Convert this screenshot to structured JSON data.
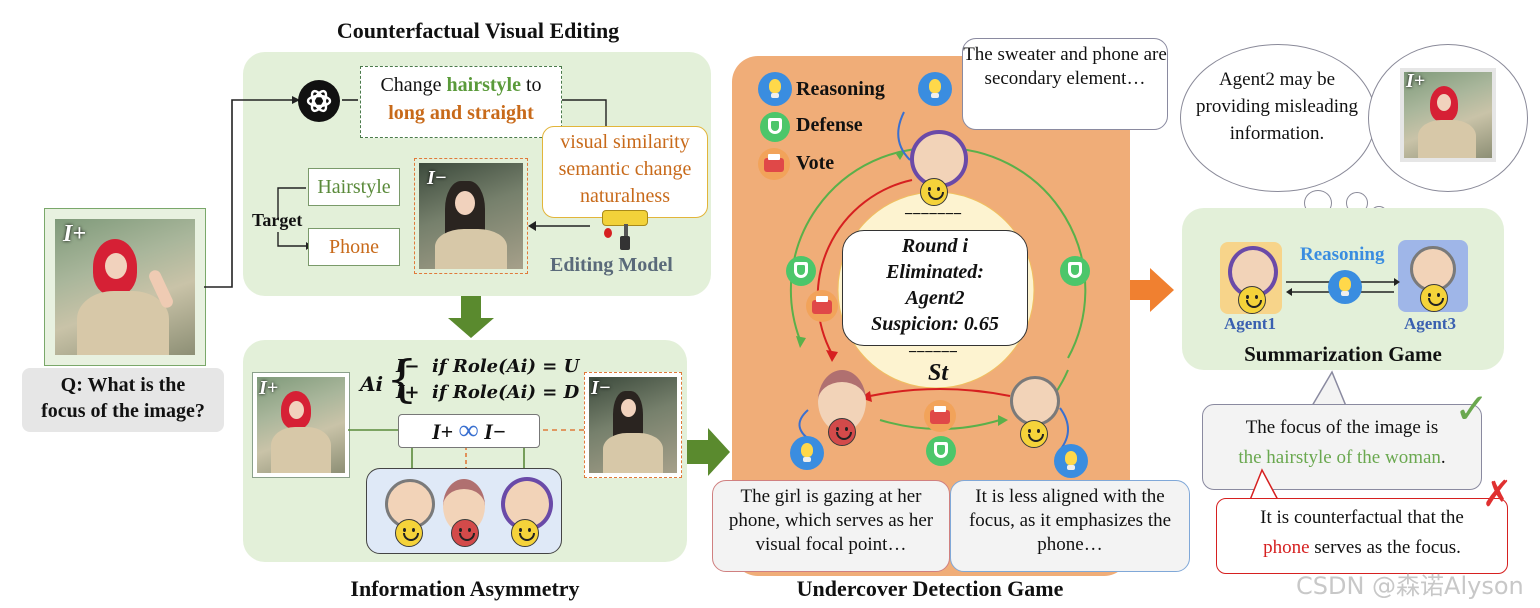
{
  "question": {
    "image_label": "I+",
    "text_line1": "Q: What is the",
    "text_line2": "focus of the image?"
  },
  "counterfactual": {
    "title": "Counterfactual Visual Editing",
    "instruction_prefix": "Change ",
    "instruction_highlight": "hairstyle",
    "instruction_suffix": " to",
    "instruction_line2": "long and straight",
    "criteria": [
      "visual similarity",
      "semantic change",
      "naturalness"
    ],
    "targets_label": "Target",
    "targets": [
      "Hairstyle",
      "Phone"
    ],
    "edited_image_label": "I−",
    "editing_model_label": "Editing Model"
  },
  "asymmetry": {
    "title": "Information Asymmetry",
    "left_image_label": "I+",
    "right_image_label": "I−",
    "formula_var": "Ai",
    "case1": "I−  if Role(Ai) = U",
    "case2": "I+  if Role(Ai) = D",
    "bar_label_left": "I+",
    "bar_label_right": "I−"
  },
  "undercover": {
    "title": "Undercover Detection Game",
    "legend": [
      {
        "icon": "bulb-icon",
        "label": "Reasoning"
      },
      {
        "icon": "shield-icon",
        "label": "Defense"
      },
      {
        "icon": "vote-icon",
        "label": "Vote"
      }
    ],
    "top_bubble": "The sweater and phone are secondary element…",
    "round_box": {
      "line1": "Round i",
      "line2": "Eliminated:",
      "line3": "Agent2",
      "line4": "Suspicion: 0.65"
    },
    "state_label": "St",
    "left_bubble": "The girl is gazing at her phone, which serves as her visual focal point…",
    "right_bubble": "It is less aligned with the focus, as it emphasizes the phone…"
  },
  "summarization": {
    "title": "Summarization Game",
    "thought_cloud": "Agent2 may be providing misleading information.",
    "thought_image_label": "I+",
    "agent_left": "Agent1",
    "agent_right": "Agent3",
    "reasoning_label": "Reasoning",
    "correct_prefix": "The focus of the image is",
    "correct_highlight": "the hairstyle of the woman",
    "correct_suffix": ".",
    "wrong_prefix": "It is counterfactual that the",
    "wrong_highlight": "phone",
    "wrong_suffix": " serves as the focus."
  },
  "watermark": "CSDN @森诺Alyson",
  "colors": {
    "green_panel": "#e3f0d9",
    "orange_panel": "#f0ad78",
    "hairstyle_green": "#5a9a3a",
    "long_straight_orange": "#c86a1a",
    "criteria_orange": "#c86a1a",
    "phone_red": "#d62020",
    "highlight_green": "#6aa84f",
    "reasoning_blue": "#3a8de0"
  }
}
